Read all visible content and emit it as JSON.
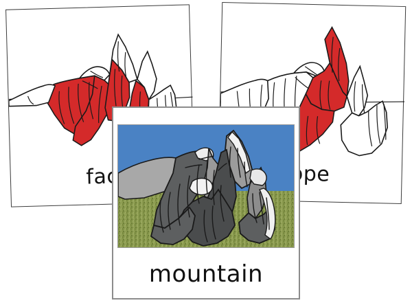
{
  "scene": {
    "description": "Three Montessori-style nomenclature cards of a mountain laid overlapping on a white background",
    "background_color": "#ffffff"
  },
  "palette": {
    "highlight_red": "#d42a2a",
    "outline_black": "#1a1a1a",
    "card_border": "#3a3a3a",
    "front_card_border": "#8c8c8c",
    "sky_blue": "#4a82c4",
    "grass_green": "#8a9a4e",
    "grass_green_dark": "#76873f",
    "rock_light": "#a8a8a8",
    "rock_mid": "#8d8d8d",
    "rock_dark": "#5d5f60",
    "rock_darkest": "#4a4c4d",
    "snow_white": "#f2f2f2",
    "text_color": "#111111"
  },
  "cards": [
    {
      "id": "card-face",
      "label": "fac",
      "full_word": "face",
      "style": "line-art",
      "highlight_color": "#d42a2a",
      "highlighted_part": "face",
      "position": "left, partially hidden behind front card"
    },
    {
      "id": "card-slope",
      "label": "ope",
      "full_word": "slope",
      "style": "line-art",
      "highlight_color": "#d42a2a",
      "highlighted_part": "slope",
      "position": "right, partially hidden behind front card"
    },
    {
      "id": "card-mountain",
      "label": "mountain",
      "full_word": "mountain",
      "style": "color-photo-illustration",
      "position": "front, center bottom"
    }
  ]
}
